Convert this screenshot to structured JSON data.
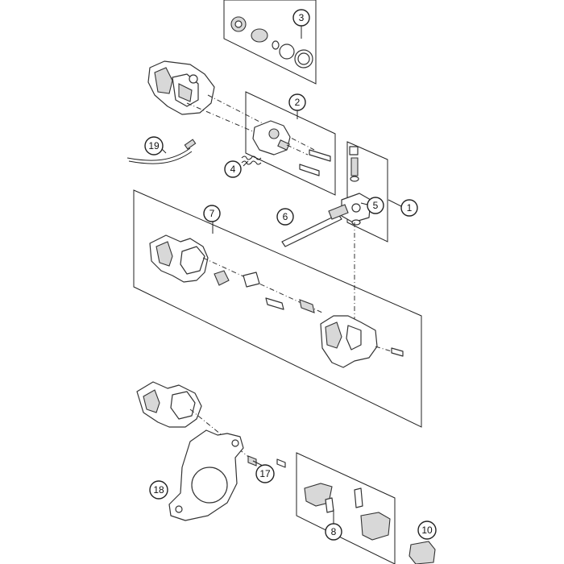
{
  "callouts": [
    {
      "id": "c1",
      "label": "1"
    },
    {
      "id": "c2",
      "label": "2"
    },
    {
      "id": "c3",
      "label": "3"
    },
    {
      "id": "c4",
      "label": "4"
    },
    {
      "id": "c5",
      "label": "5"
    },
    {
      "id": "c6",
      "label": "6"
    },
    {
      "id": "c7",
      "label": "7"
    },
    {
      "id": "c8",
      "label": "8"
    },
    {
      "id": "c10",
      "label": "10"
    },
    {
      "id": "c17",
      "label": "17"
    },
    {
      "id": "c18",
      "label": "18"
    },
    {
      "id": "c19",
      "label": "19"
    }
  ],
  "colors": {
    "line": "#222222",
    "background": "#ffffff",
    "shade": "#d8d8d8"
  }
}
